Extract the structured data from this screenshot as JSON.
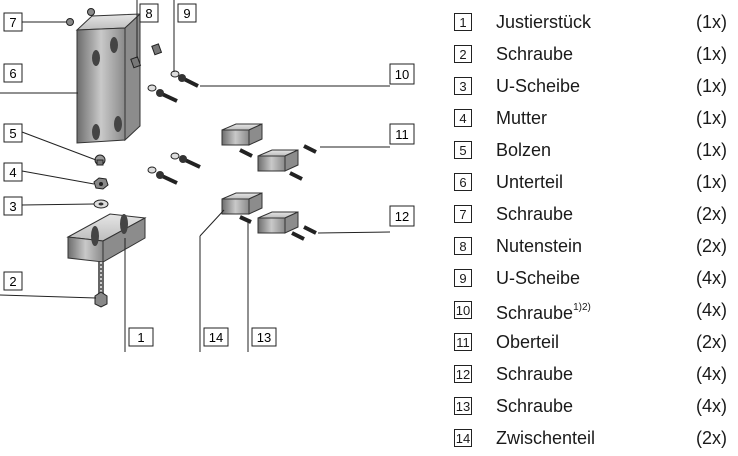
{
  "callout_labels": [
    "1",
    "2",
    "3",
    "4",
    "5",
    "6",
    "7",
    "8",
    "9",
    "10",
    "11",
    "12",
    "13",
    "14"
  ],
  "parts": [
    {
      "number": "1",
      "name": "Justierstück",
      "quantity": "(1x)"
    },
    {
      "number": "2",
      "name": "Schraube",
      "quantity": "(1x)"
    },
    {
      "number": "3",
      "name": "U-Scheibe",
      "quantity": "(1x)"
    },
    {
      "number": "4",
      "name": "Mutter",
      "quantity": "(1x)"
    },
    {
      "number": "5",
      "name": "Bolzen",
      "quantity": "(1x)"
    },
    {
      "number": "6",
      "name": "Unterteil",
      "quantity": "(1x)"
    },
    {
      "number": "7",
      "name": "Schraube",
      "quantity": "(2x)"
    },
    {
      "number": "8",
      "name": "Nutenstein",
      "quantity": "(2x)"
    },
    {
      "number": "9",
      "name": "U-Scheibe",
      "quantity": "(4x)"
    },
    {
      "number": "10",
      "name": "Schraube",
      "footnote": "1)2)",
      "quantity": "(4x)"
    },
    {
      "number": "11",
      "name": "Oberteil",
      "quantity": "(2x)"
    },
    {
      "number": "12",
      "name": "Schraube",
      "quantity": "(4x)"
    },
    {
      "number": "13",
      "name": "Schraube",
      "quantity": "(4x)"
    },
    {
      "number": "14",
      "name": "Zwischenteil",
      "quantity": "(2x)"
    }
  ]
}
